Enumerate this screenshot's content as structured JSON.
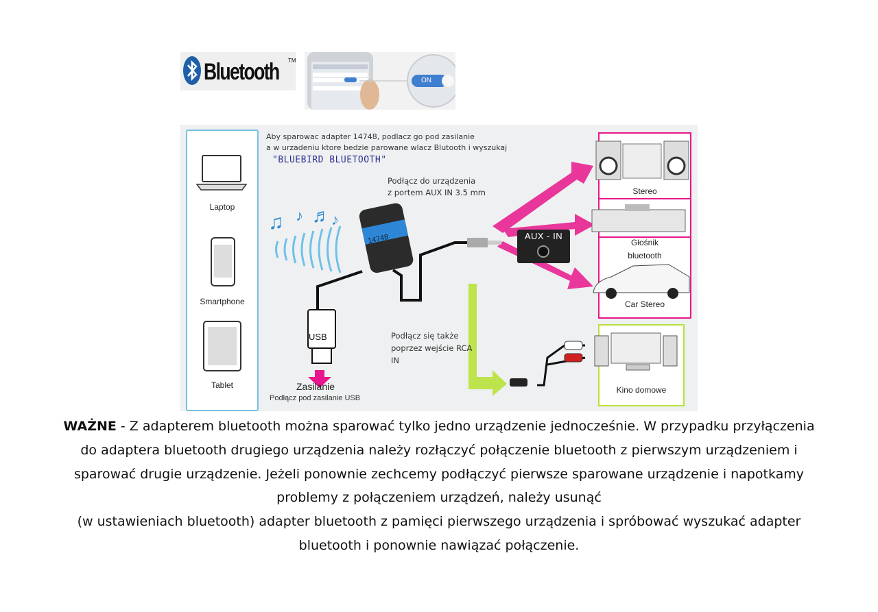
{
  "logo": {
    "text": "Bluetooth",
    "tm": "TM"
  },
  "phone_toggle": {
    "state": "ON"
  },
  "diagram": {
    "intro_line1": "Aby sparowac adapter 14748, podlacz go pod zasilanie",
    "intro_line2": "a w urzadeniu ktore bedzie parowane wlacz Blutooth i wyszukaj",
    "device_name": "\"BLUEBIRD BLUETOOTH\"",
    "sources": [
      "Laptop",
      "Smartphone",
      "Tablet"
    ],
    "adapter_number": "14748",
    "aux_connect_line1": "Podłącz do urządzenia",
    "aux_connect_line2": "z portem AUX IN 3.5 mm",
    "aux_in_label": "AUX - IN",
    "usb_label": "USB",
    "power_label": "Zasilanie",
    "power_sub": "Podłącz pod zasilanie USB",
    "rca_line1": "Podłącz się także",
    "rca_line2": "poprzez wejście RCA",
    "rca_line3": "IN",
    "outputs": [
      "Stereo",
      "Głośnik",
      "bluetooth",
      "Car Stereo",
      "Kino domowe"
    ],
    "colors": {
      "pink": "#e8168c",
      "green": "#b7e23a",
      "blue_border": "#78c1e0"
    }
  },
  "notice": {
    "bold": "WAŻNE",
    "line1": " - Z adapterem bluetooth można sparować tylko jedno urządzenie jednocześnie. W przypadku przyłączenia",
    "line2": "do adaptera bluetooth drugiego urządzenia należy rozłączyć połączenie bluetooth z pierwszym urządzeniem i",
    "line3": "sparować drugie urządzenie. Jeżeli ponownie zechcemy podłączyć pierwsze sparowane urządzenie i napotkamy",
    "line4": "problemy  z połączeniem urządzeń, należy usunąć",
    "line5": "(w ustawieniach bluetooth) adapter bluetooth z pamięci pierwszego urządzenia i spróbować wyszukać adapter",
    "line6": "bluetooth i ponownie nawiązać połączenie."
  }
}
